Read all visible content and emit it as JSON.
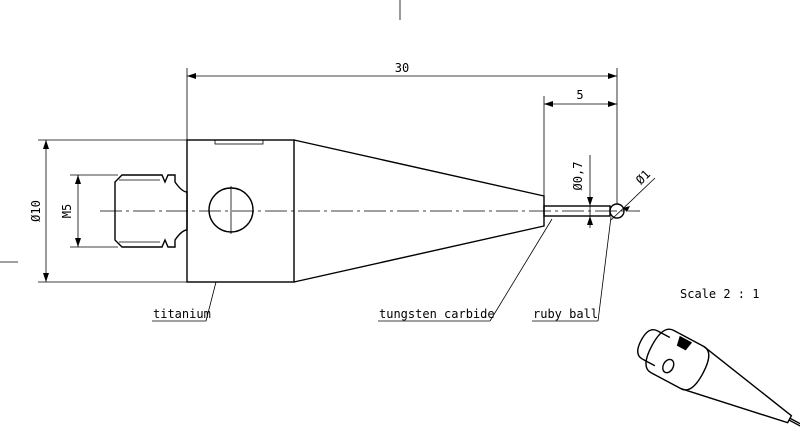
{
  "dimensions": {
    "overall_length": "30",
    "tip_length": "5",
    "body_diameter": "Ø10",
    "thread": "M5",
    "stem_diameter": "Ø0,7",
    "ball_diameter": "Ø1"
  },
  "labels": {
    "body_material": "titanium",
    "cone_material": "tungsten carbide",
    "ball_material": "ruby ball"
  },
  "scale": "Scale 2 : 1"
}
